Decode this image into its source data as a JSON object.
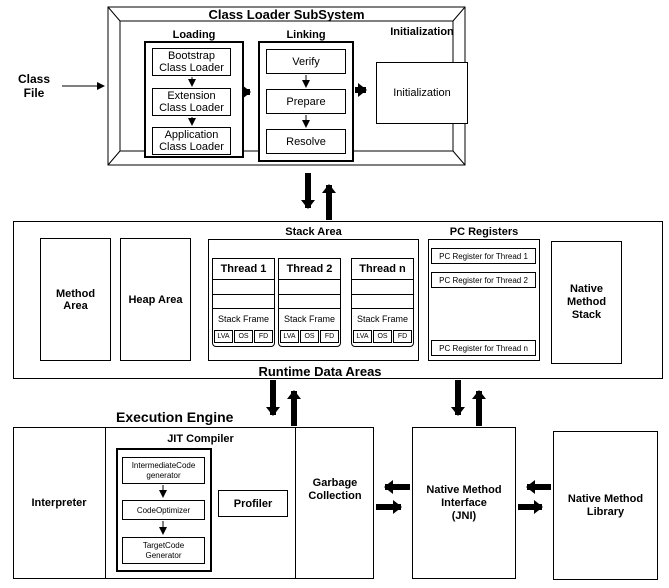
{
  "class_file": "Class\nFile",
  "class_loader": {
    "title": "Class Loader SubSystem",
    "loading": {
      "title": "Loading",
      "items": [
        "Bootstrap\nClass Loader",
        "Extension\nClass Loader",
        "Application\nClass Loader"
      ]
    },
    "linking": {
      "title": "Linking",
      "items": [
        "Verify",
        "Prepare",
        "Resolve"
      ]
    },
    "initialization": {
      "title": "Initialization",
      "box": "Initialization"
    }
  },
  "runtime": {
    "title": "Runtime Data Areas",
    "method_area": "Method\nArea",
    "heap_area": "Heap Area",
    "stack_area": {
      "title": "Stack Area",
      "threads": [
        {
          "name": "Thread 1",
          "frame": "Stack Frame",
          "parts": [
            "LVA",
            "OS",
            "FD"
          ]
        },
        {
          "name": "Thread 2",
          "frame": "Stack Frame",
          "parts": [
            "LVA",
            "OS",
            "FD"
          ]
        },
        {
          "name": "Thread n",
          "frame": "Stack Frame",
          "parts": [
            "LVA",
            "OS",
            "FD"
          ]
        }
      ]
    },
    "pc_registers": {
      "title": "PC Registers",
      "items": [
        "PC Register for Thread 1",
        "PC Register for Thread 2",
        "PC Register for Thread n"
      ]
    },
    "native_stack": "Native\nMethod\nStack"
  },
  "execution": {
    "title": "Execution Engine",
    "interpreter": "Interpreter",
    "jit": {
      "title": "JIT Compiler",
      "items": [
        "IntermediateCode\ngenerator",
        "CodeOptimizer",
        "TargetCode\nGenerator"
      ],
      "profiler": "Profiler"
    },
    "gc": "Garbage\nCollection"
  },
  "native_interface": "Native Method\nInterface\n(JNI)",
  "native_library": "Native Method\nLibrary"
}
